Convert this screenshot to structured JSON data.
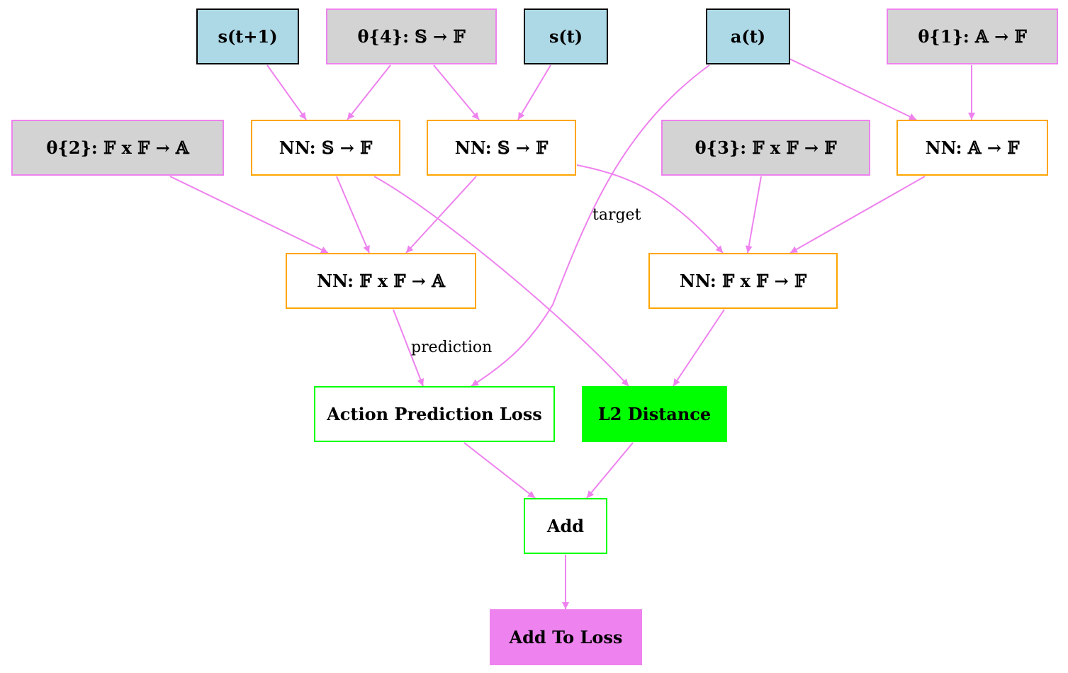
{
  "colors": {
    "edge": "#ee82ee",
    "input_fill": "#add8e6",
    "param_fill": "#d3d3d3",
    "param_border": "#ee82ee",
    "nn_border": "#ffa500",
    "loss_border": "#00ff00",
    "loss_fill": "#00ff00",
    "output_fill": "#ee82ee"
  },
  "nodes": {
    "s_next": {
      "label": "s(t+1)"
    },
    "theta4": {
      "label": "θ{4}: 𝕊 → 𝔽"
    },
    "s_t": {
      "label": "s(t)"
    },
    "a_t": {
      "label": "a(t)"
    },
    "theta1": {
      "label": "θ{1}: 𝔸 → 𝔽"
    },
    "theta2": {
      "label": "θ{2}: 𝔽 x 𝔽 → 𝔸"
    },
    "nn_s_f_1": {
      "label": "NN: 𝕊 → 𝔽"
    },
    "nn_s_f_2": {
      "label": "NN: 𝕊 → 𝔽"
    },
    "theta3": {
      "label": "θ{3}: 𝔽 x 𝔽 → 𝔽"
    },
    "nn_a_f": {
      "label": "NN: 𝔸 → 𝔽"
    },
    "nn_ff_a": {
      "label": "NN: 𝔽 x 𝔽 → 𝔸"
    },
    "nn_ff_f": {
      "label": "NN: 𝔽 x 𝔽 → 𝔽"
    },
    "action_loss": {
      "label": "Action Prediction Loss"
    },
    "l2": {
      "label": "L2 Distance"
    },
    "add": {
      "label": "Add"
    },
    "add_to_loss": {
      "label": "Add To Loss"
    }
  },
  "edges": [
    {
      "from": "s_next",
      "to": "nn_s_f_1",
      "label": ""
    },
    {
      "from": "theta4",
      "to": "nn_s_f_1",
      "label": ""
    },
    {
      "from": "theta4",
      "to": "nn_s_f_2",
      "label": ""
    },
    {
      "from": "s_t",
      "to": "nn_s_f_2",
      "label": ""
    },
    {
      "from": "a_t",
      "to": "nn_a_f",
      "label": ""
    },
    {
      "from": "theta1",
      "to": "nn_a_f",
      "label": ""
    },
    {
      "from": "a_t",
      "to": "action_loss",
      "label": "target"
    },
    {
      "from": "theta2",
      "to": "nn_ff_a",
      "label": ""
    },
    {
      "from": "nn_s_f_1",
      "to": "nn_ff_a",
      "label": ""
    },
    {
      "from": "nn_s_f_2",
      "to": "nn_ff_a",
      "label": ""
    },
    {
      "from": "nn_s_f_1",
      "to": "l2",
      "label": ""
    },
    {
      "from": "nn_s_f_2",
      "to": "nn_ff_f",
      "label": ""
    },
    {
      "from": "theta3",
      "to": "nn_ff_f",
      "label": ""
    },
    {
      "from": "nn_a_f",
      "to": "nn_ff_f",
      "label": ""
    },
    {
      "from": "nn_ff_a",
      "to": "action_loss",
      "label": "prediction"
    },
    {
      "from": "nn_ff_f",
      "to": "l2",
      "label": ""
    },
    {
      "from": "action_loss",
      "to": "add",
      "label": ""
    },
    {
      "from": "l2",
      "to": "add",
      "label": ""
    },
    {
      "from": "add",
      "to": "add_to_loss",
      "label": ""
    }
  ]
}
